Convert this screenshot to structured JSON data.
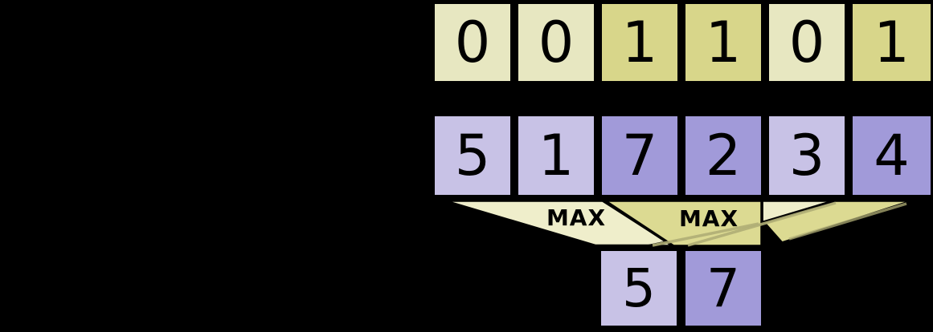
{
  "mask_row": {
    "cells": [
      {
        "value": "0",
        "shade": "light"
      },
      {
        "value": "0",
        "shade": "light"
      },
      {
        "value": "1",
        "shade": "dark"
      },
      {
        "value": "1",
        "shade": "dark"
      },
      {
        "value": "0",
        "shade": "light"
      },
      {
        "value": "1",
        "shade": "dark"
      }
    ]
  },
  "value_row": {
    "cells": [
      {
        "value": "5",
        "shade": "light"
      },
      {
        "value": "1",
        "shade": "light"
      },
      {
        "value": "7",
        "shade": "dark"
      },
      {
        "value": "2",
        "shade": "dark"
      },
      {
        "value": "3",
        "shade": "light"
      },
      {
        "value": "4",
        "shade": "dark"
      }
    ]
  },
  "result_row": {
    "cells": [
      {
        "value": "5",
        "shade": "light"
      },
      {
        "value": "7",
        "shade": "dark"
      }
    ]
  },
  "operations": {
    "left_label": "MAX",
    "right_label": "MAX"
  },
  "colors": {
    "background": "#000000",
    "cell_border": "#000000",
    "yellow_light": "#e7e7c1",
    "yellow_dark": "#d8d68a",
    "purple_light": "#c8c2e6",
    "purple_dark": "#a19ad9",
    "funnel_light": "#efeecb",
    "funnel_dark": "#dcda92",
    "funnel_outline": "#000000",
    "overlap_line": "#b0ae76"
  }
}
